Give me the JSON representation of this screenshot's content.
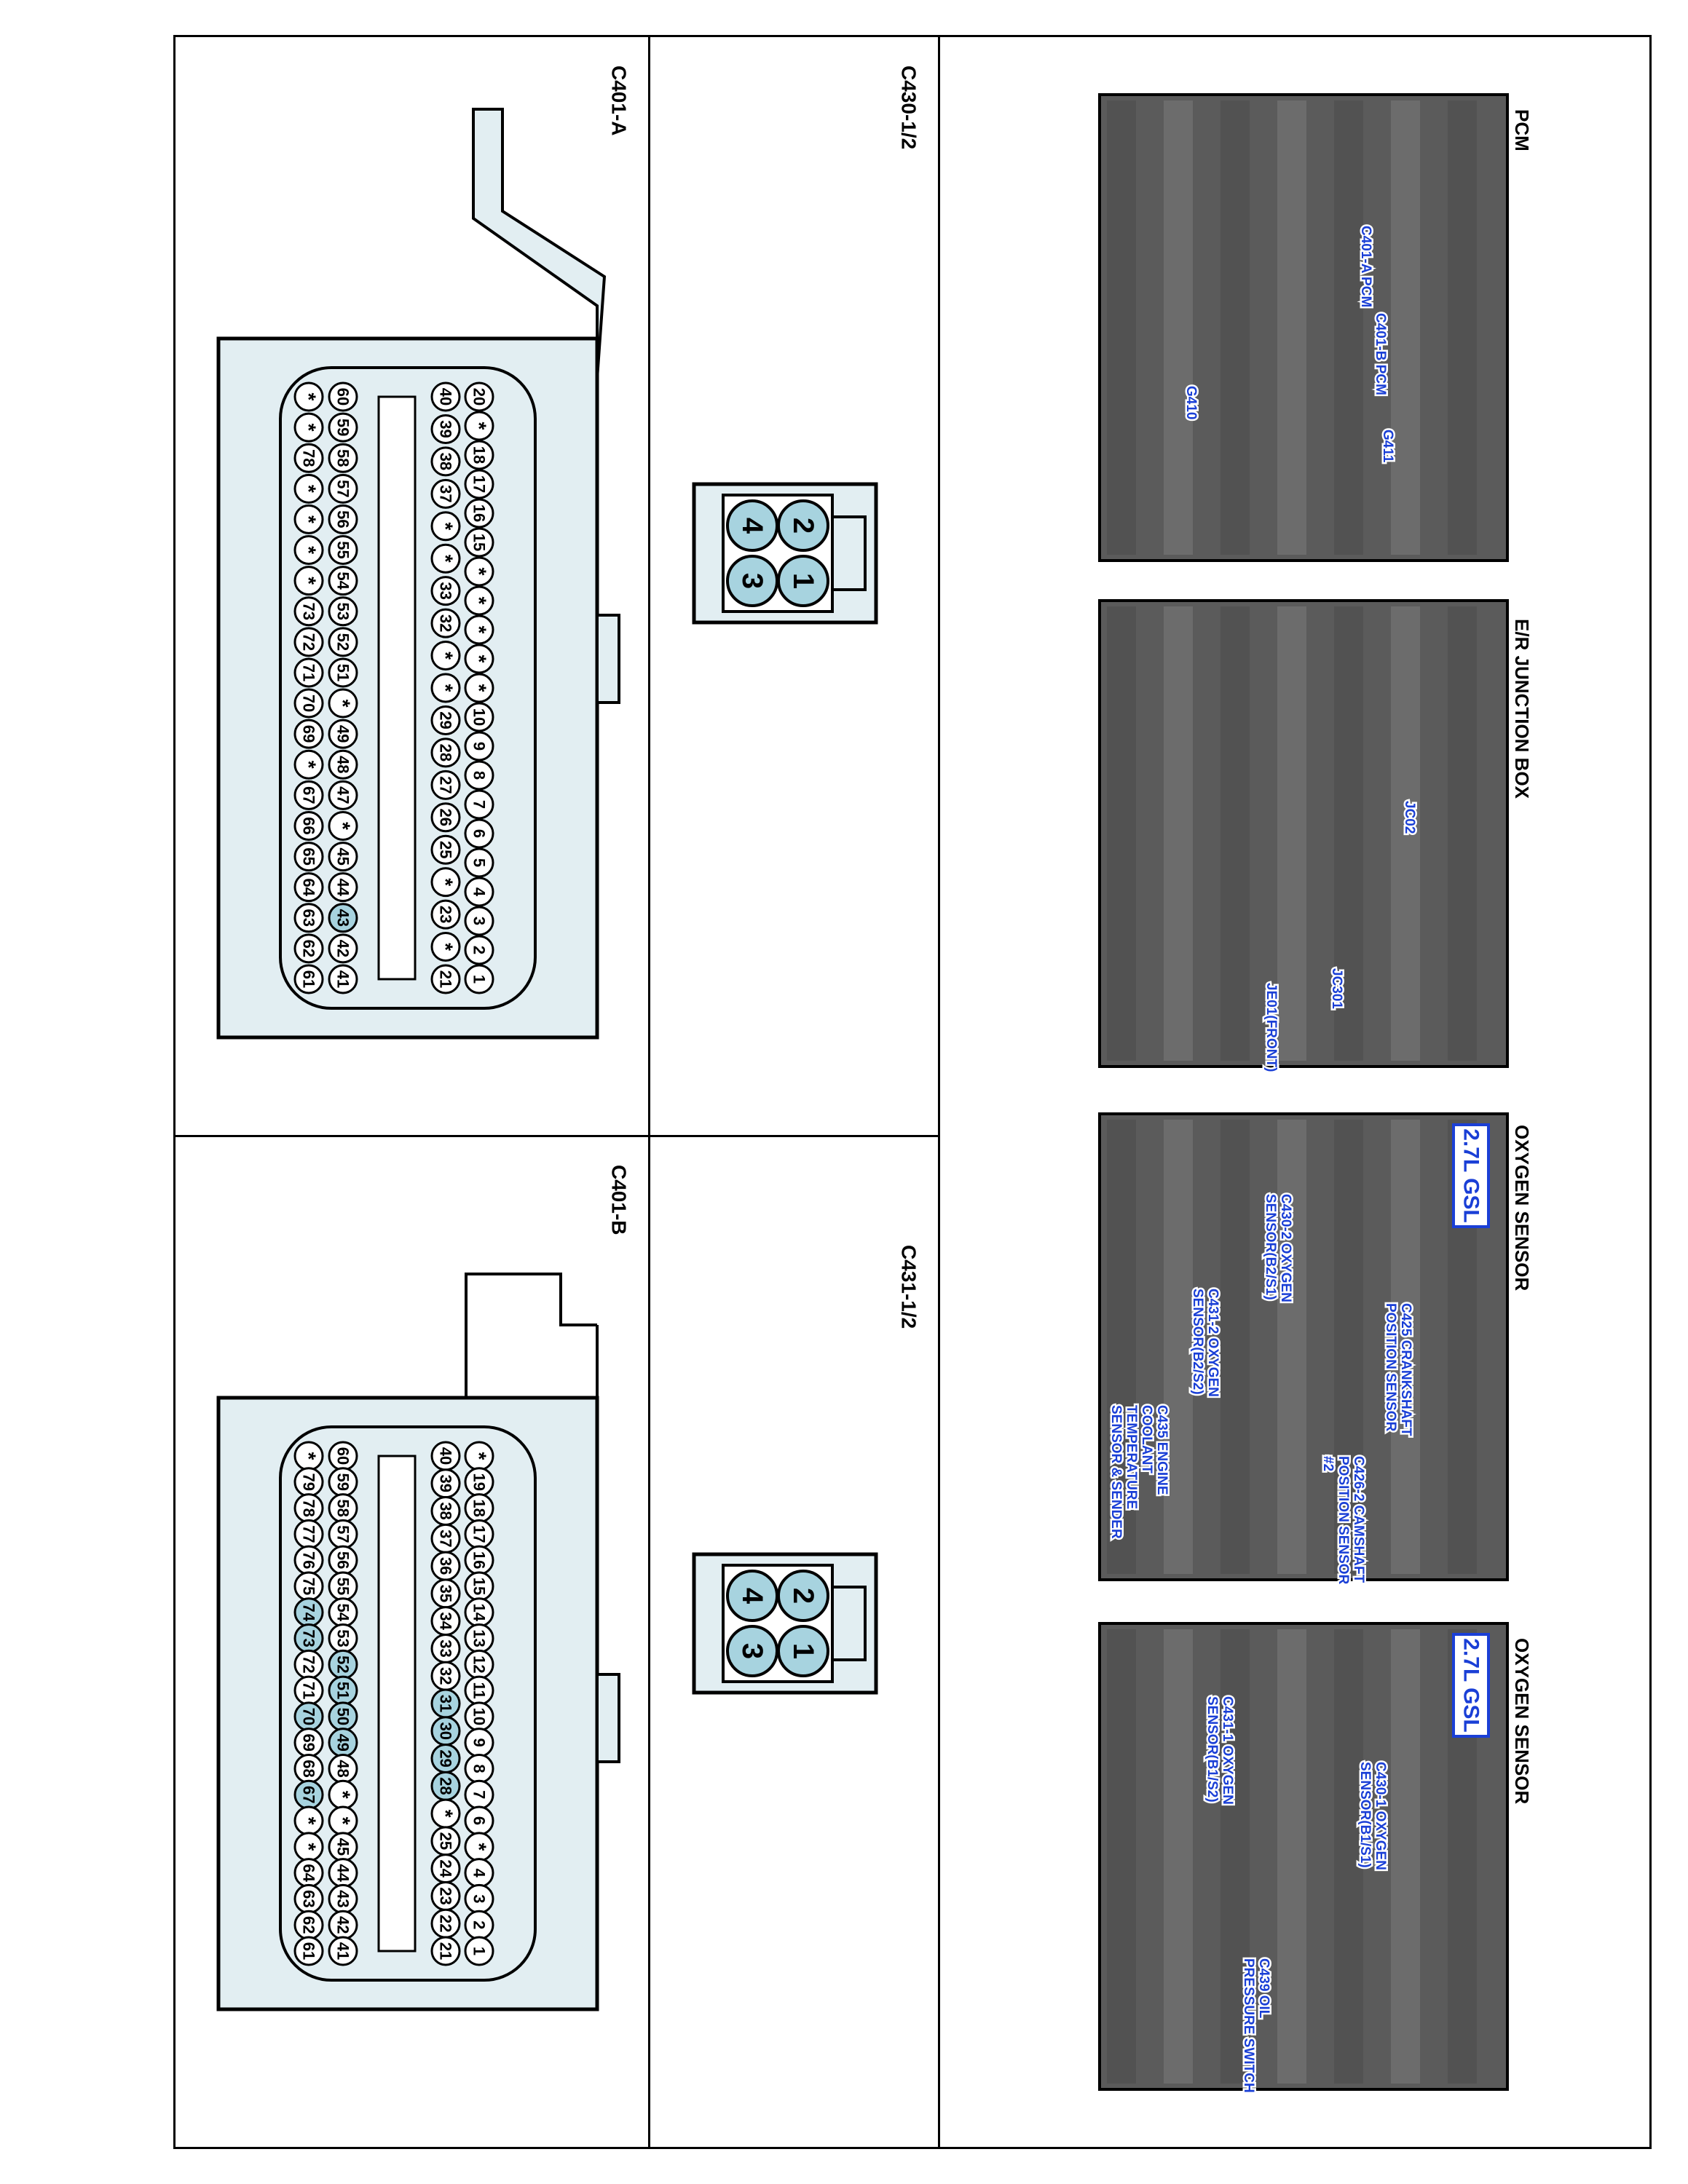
{
  "colors": {
    "accent": "#1a3fd6",
    "pin_highlight": "#a7d3df",
    "connector_fill": "#e2eef2",
    "stroke": "#000000"
  },
  "photos": [
    {
      "title": "PCM",
      "badge": "",
      "labels": [
        "C401-A PCM",
        "C401-B PCM",
        "G410",
        "G411"
      ]
    },
    {
      "title": "E/R JUNCTION BOX",
      "badge": "",
      "labels": [
        "JC02",
        "JC301",
        "JE01(FRONT)"
      ]
    },
    {
      "title": "OXYGEN SENSOR",
      "badge": "2.7L GSL",
      "labels": [
        "C430-2 OXYGEN SENSOR(B2/S1)",
        "C425 CRANKSHAFT POSITION SENSOR",
        "C426-2 CAMSHAFT POSITION SENSOR #2",
        "C431-2 OXYGEN SENSOR(B2/S2)",
        "C435 ENGINE COOLANT TEMPERATURE SENSOR & SENDER"
      ]
    },
    {
      "title": "OXYGEN SENSOR",
      "badge": "2.7L GSL",
      "labels": [
        "C430-1 OXYGEN SENSOR(B1/S1)",
        "C431-1 OXYGEN SENSOR(B1/S2)",
        "C439 OIL PRESSURE SWITCH"
      ]
    }
  ],
  "connectors": {
    "c430": {
      "title": "C430-1/2",
      "pins": [
        "1",
        "2",
        "3",
        "4"
      ]
    },
    "c431": {
      "title": "C431-1/2",
      "pins": [
        "1",
        "2",
        "3",
        "4"
      ]
    },
    "c401a": {
      "title": "C401-A",
      "rows": [
        [
          "20",
          "*",
          "18",
          "17",
          "16",
          "15",
          "*",
          "*",
          "*",
          "*",
          "*",
          "10",
          "9",
          "8",
          "7",
          "6",
          "5",
          "4",
          "3",
          "2",
          "1"
        ],
        [
          "40",
          "39",
          "38",
          "37",
          "*",
          "*",
          "33",
          "32",
          "*",
          "*",
          "29",
          "28",
          "27",
          "26",
          "25",
          "*",
          "23",
          "*",
          "21"
        ],
        [
          "60",
          "59",
          "58",
          "57",
          "56",
          "55",
          "54",
          "53",
          "52",
          "51",
          "*",
          "49",
          "48",
          "47",
          "*",
          "45",
          "44",
          "43",
          "42",
          "41"
        ],
        [
          "*",
          "*",
          "78",
          "*",
          "*",
          "*",
          "*",
          "73",
          "72",
          "71",
          "70",
          "69",
          "*",
          "67",
          "66",
          "65",
          "64",
          "63",
          "62",
          "61"
        ]
      ],
      "highlighted": [
        "43"
      ]
    },
    "c401b": {
      "title": "C401-B",
      "rows": [
        [
          "*",
          "19",
          "18",
          "17",
          "16",
          "15",
          "14",
          "13",
          "12",
          "11",
          "10",
          "9",
          "8",
          "7",
          "6",
          "*",
          "4",
          "3",
          "2",
          "1"
        ],
        [
          "40",
          "39",
          "38",
          "37",
          "36",
          "35",
          "34",
          "33",
          "32",
          "31",
          "30",
          "29",
          "28",
          "*",
          "25",
          "24",
          "23",
          "22",
          "21"
        ],
        [
          "60",
          "59",
          "58",
          "57",
          "56",
          "55",
          "54",
          "53",
          "52",
          "51",
          "50",
          "49",
          "48",
          "*",
          "*",
          "45",
          "44",
          "43",
          "42",
          "41"
        ],
        [
          "*",
          "79",
          "78",
          "77",
          "76",
          "75",
          "74",
          "73",
          "72",
          "71",
          "70",
          "69",
          "68",
          "67",
          "*",
          "*",
          "64",
          "63",
          "62",
          "61"
        ]
      ],
      "highlighted": [
        "28",
        "29",
        "30",
        "31",
        "49",
        "50",
        "51",
        "52",
        "67",
        "70",
        "73",
        "74"
      ]
    }
  }
}
